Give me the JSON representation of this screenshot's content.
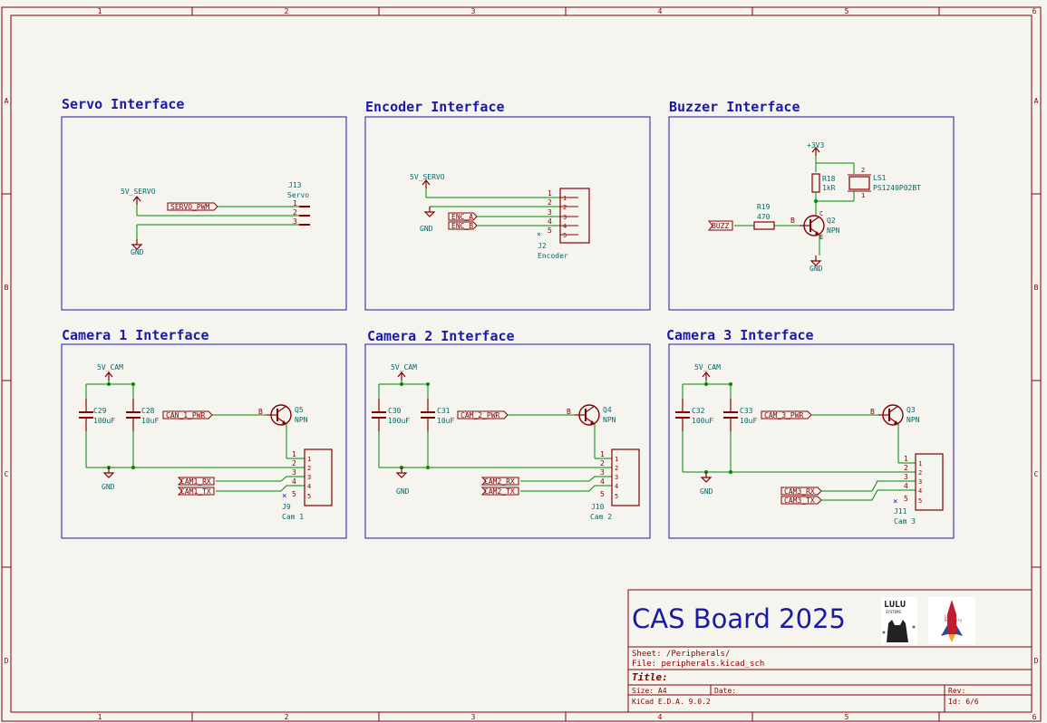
{
  "sheet": {
    "border_cols": [
      "1",
      "2",
      "3",
      "4",
      "5",
      "6"
    ],
    "border_rows": [
      "A",
      "B",
      "C",
      "D"
    ]
  },
  "blocks": {
    "servo": {
      "title": "Servo Interface",
      "power": "5V_SERVO",
      "gnd": "GND",
      "signal": "SERVO_PWM",
      "ref": "J13",
      "value": "Servo",
      "pins": [
        "1",
        "2",
        "3"
      ]
    },
    "encoder": {
      "title": "Encoder Interface",
      "power": "5V_SERVO",
      "gnd": "GND",
      "signals": [
        "ENC_A",
        "ENC_B"
      ],
      "ref": "J2",
      "value": "Encoder",
      "pins": [
        "1",
        "2",
        "3",
        "4",
        "5"
      ],
      "conn_pins": [
        "1",
        "2",
        "3",
        "4",
        "5"
      ]
    },
    "buzzer": {
      "title": "Buzzer Interface",
      "power": "+3V3",
      "gnd": "GND",
      "signal": "BUZZ",
      "r18_ref": "R18",
      "r18_val": "1kR",
      "r19_ref": "R19",
      "r19_val": "470",
      "ls_ref": "LS1",
      "ls_val": "PS1240P02BT",
      "ls_pins": [
        "1",
        "2"
      ],
      "q_ref": "Q2",
      "q_val": "NPN",
      "q_b": "B",
      "q_c": "C",
      "q_e": "E"
    },
    "cameras": [
      {
        "title": "Camera 1 Interface",
        "power": "5V_CAM",
        "gnd": "GND",
        "c1_ref": "C29",
        "c1_val": "100uF",
        "c2_ref": "C28",
        "c2_val": "10uF",
        "pwr_label": "CAN_1_PWR",
        "q_ref": "Q5",
        "q_val": "NPN",
        "rx": "CAM1_RX",
        "tx": "CAM1_TX",
        "ref": "J9",
        "value": "Cam 1"
      },
      {
        "title": "Camera 2 Interface",
        "power": "5V_CAM",
        "gnd": "GND",
        "c1_ref": "C30",
        "c1_val": "100uF",
        "c2_ref": "C31",
        "c2_val": "10uF",
        "pwr_label": "CAM_2_PWR",
        "q_ref": "Q4",
        "q_val": "NPN",
        "rx": "CAM2_RX",
        "tx": "CAM2_TX",
        "ref": "J10",
        "value": "Cam 2"
      },
      {
        "title": "Camera 3 Interface",
        "power": "5V_CAM",
        "gnd": "GND",
        "c1_ref": "C32",
        "c1_val": "100uF",
        "c2_ref": "C33",
        "c2_val": "10uF",
        "pwr_label": "CAM_3_PWR",
        "q_ref": "Q3",
        "q_val": "NPN",
        "rx": "CAM3_RX",
        "tx": "CAM3_TX",
        "ref": "J11",
        "value": "Cam 3"
      }
    ],
    "cam_pins": [
      "1",
      "2",
      "3",
      "4",
      "5"
    ]
  },
  "title_block": {
    "board_title": "CAS Board 2025",
    "logo1": [
      "LULU",
      "SYSTEMS"
    ],
    "logo2": [
      "Lulu",
      "Rocketry"
    ],
    "sheet_line": "Sheet: /Peripherals/",
    "file_line": "File: peripherals.kicad_sch",
    "title_label": "Title:",
    "size_line": "Size: A4",
    "date_label": "Date:",
    "rev_label": "Rev:",
    "tool_line": "KiCad E.D.A. 9.0.2",
    "id_line": "Id: 6/6"
  },
  "colors": {
    "background": "#f5f4ef",
    "border": "#840000",
    "frame": "#1a1aa6",
    "title": "#1a1aa6",
    "wire": "#008a00",
    "symbol": "#840000",
    "text": "#006a6a"
  }
}
